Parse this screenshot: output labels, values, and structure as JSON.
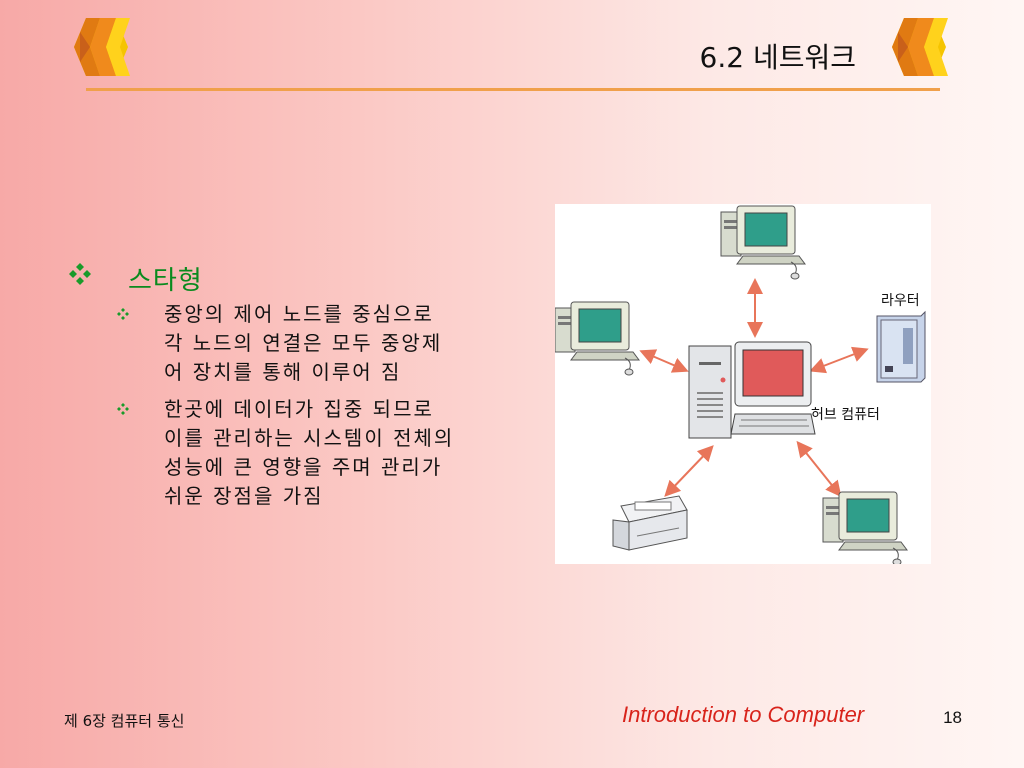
{
  "header": {
    "title": "6.2 네트워크"
  },
  "content": {
    "main_bullet": "스타형",
    "sub_bullets": [
      "중앙의 제어 노드를 중심으로\n각 노드의 연결은 모두 중앙제\n어 장치를 통해 이루어 짐",
      "한곳에 데이터가 집중 되므로\n이를 관리하는 시스템이 전체의\n성능에 큰 영향을 주며 관리가\n쉬운 장점을 가짐"
    ]
  },
  "diagram": {
    "router_label": "라우터",
    "hub_label": "허브 컴퓨터"
  },
  "footer": {
    "chapter": "제 6장 컴퓨터 통신",
    "brand": "Introduction to Computer",
    "page": "18"
  },
  "colors": {
    "title_rule": "#f0a04b",
    "bullet_green": "#0a8a1e",
    "brand_red": "#d8231b",
    "arrow": "#e8755a",
    "monitor_screen": "#2f9e8a",
    "hub_screen": "#e05a5a"
  },
  "icons": [
    "logo-cube-icon",
    "diamond-bullet-icon",
    "computer-icon",
    "router-icon",
    "printer-icon",
    "hub-computer-icon",
    "double-arrow-icon"
  ]
}
